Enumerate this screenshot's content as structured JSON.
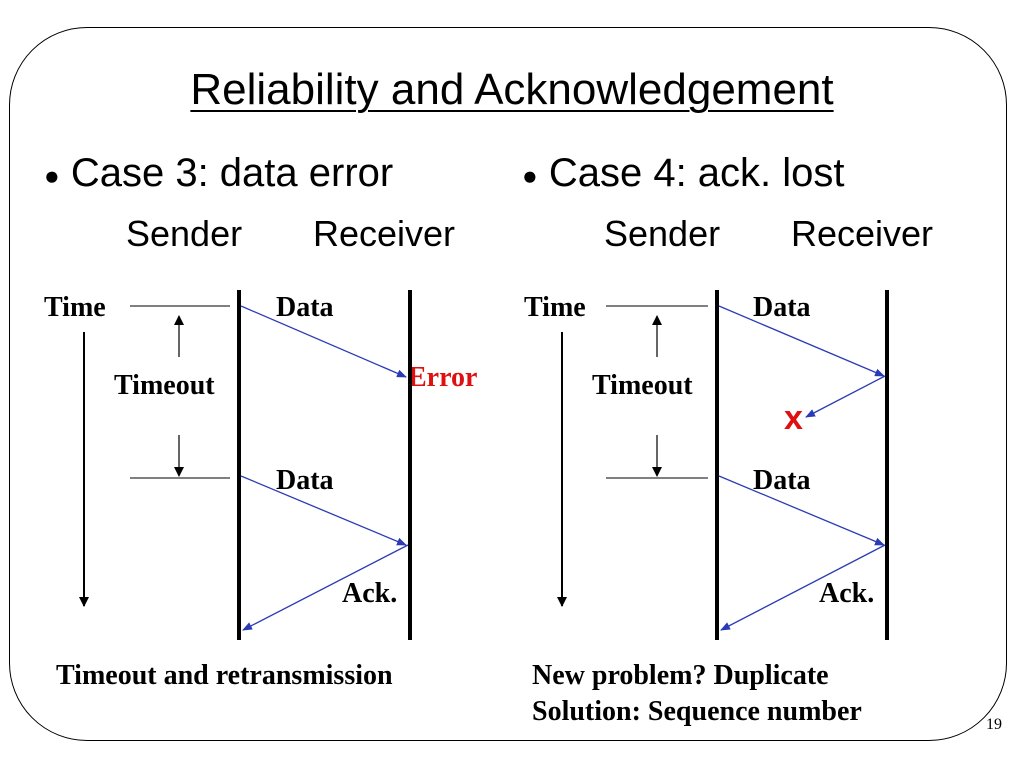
{
  "title": "Reliability and Acknowledgement",
  "page_number": "19",
  "cases": [
    {
      "heading": "Case 3: data error",
      "sender_label": "Sender",
      "receiver_label": "Receiver",
      "time_label": "Time",
      "timeout_label": "Timeout",
      "msg1_label": "Data",
      "error_label": "Error",
      "msg2_label": "Data",
      "ack_label": "Ack.",
      "caption_lines": [
        "Timeout and retransmission"
      ]
    },
    {
      "heading": "Case 4: ack. lost",
      "sender_label": "Sender",
      "receiver_label": "Receiver",
      "time_label": "Time",
      "timeout_label": "Timeout",
      "msg1_label": "Data",
      "lost_mark": "x",
      "msg2_label": "Data",
      "ack_label": "Ack.",
      "caption_lines": [
        "New problem? Duplicate",
        "Solution: Sequence number"
      ]
    }
  ],
  "colors": {
    "message_arrow": "#2b3bb5",
    "error_text": "#e01010",
    "line": "#000000"
  }
}
